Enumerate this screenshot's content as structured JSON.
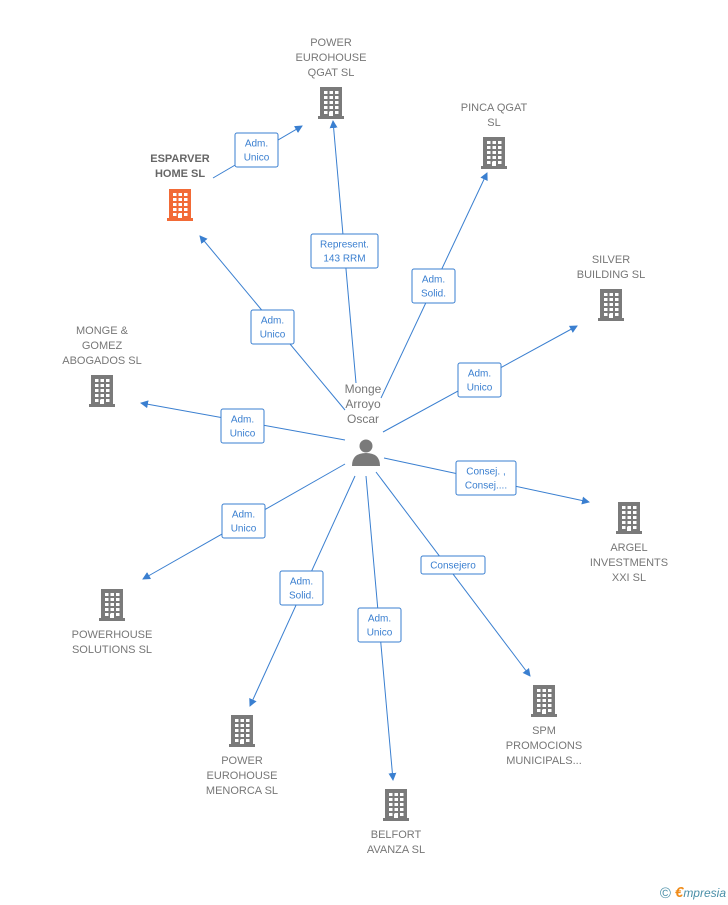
{
  "diagram": {
    "center": {
      "id": "person",
      "label": [
        "Monge",
        "Arroyo",
        "Oscar"
      ],
      "icon": "person-icon"
    },
    "colors": {
      "building": "#7a7a7a",
      "highlight": "#f26a36",
      "edge": "#3a7fd0"
    },
    "companies": [
      {
        "id": "power-eurohouse-qgat",
        "label": [
          "POWER",
          "EUROHOUSE",
          "QGAT  SL"
        ],
        "icon": "building-icon",
        "highlight": false
      },
      {
        "id": "pinca-qgat",
        "label": [
          "PINCA QGAT",
          "SL"
        ],
        "icon": "building-icon",
        "highlight": false
      },
      {
        "id": "esparver-home",
        "label": [
          "ESPARVER",
          "HOME  SL"
        ],
        "icon": "building-icon",
        "highlight": true
      },
      {
        "id": "silver-building",
        "label": [
          "SILVER",
          "BUILDING SL"
        ],
        "icon": "building-icon",
        "highlight": false
      },
      {
        "id": "monge-gomez",
        "label": [
          "MONGE &",
          "GOMEZ",
          "ABOGADOS SL"
        ],
        "icon": "building-icon",
        "highlight": false
      },
      {
        "id": "argel-investments",
        "label": [
          "ARGEL",
          "INVESTMENTS",
          "XXI SL"
        ],
        "icon": "building-icon",
        "highlight": false
      },
      {
        "id": "powerhouse-solutions",
        "label": [
          "POWERHOUSE",
          "SOLUTIONS  SL"
        ],
        "icon": "building-icon",
        "highlight": false
      },
      {
        "id": "spm-promocions",
        "label": [
          "SPM",
          "PROMOCIONS",
          "MUNICIPALS..."
        ],
        "icon": "building-icon",
        "highlight": false
      },
      {
        "id": "power-eurohouse-menorca",
        "label": [
          "POWER",
          "EUROHOUSE",
          "MENORCA  SL"
        ],
        "icon": "building-icon",
        "highlight": false
      },
      {
        "id": "belfort-avanza",
        "label": [
          "BELFORT",
          "AVANZA  SL"
        ],
        "icon": "building-icon",
        "highlight": false
      }
    ],
    "edges": [
      {
        "from": "person",
        "to": "power-eurohouse-qgat",
        "label": [
          "Represent.",
          "143 RRM"
        ]
      },
      {
        "from": "esparver-home",
        "to": "power-eurohouse-qgat",
        "label": [
          "Adm.",
          "Unico"
        ]
      },
      {
        "from": "person",
        "to": "pinca-qgat",
        "label": [
          "Adm.",
          "Solid."
        ]
      },
      {
        "from": "person",
        "to": "esparver-home",
        "label": [
          "Adm.",
          "Unico"
        ]
      },
      {
        "from": "person",
        "to": "silver-building",
        "label": [
          "Adm.",
          "Unico"
        ]
      },
      {
        "from": "person",
        "to": "monge-gomez",
        "label": [
          "Adm.",
          "Unico"
        ]
      },
      {
        "from": "person",
        "to": "argel-investments",
        "label": [
          "Consej. ,",
          "Consej...."
        ]
      },
      {
        "from": "person",
        "to": "powerhouse-solutions",
        "label": [
          "Adm.",
          "Unico"
        ]
      },
      {
        "from": "person",
        "to": "spm-promocions",
        "label": [
          "Consejero"
        ]
      },
      {
        "from": "person",
        "to": "power-eurohouse-menorca",
        "label": [
          "Adm.",
          "Solid."
        ]
      },
      {
        "from": "person",
        "to": "belfort-avanza",
        "label": [
          "Adm.",
          "Unico"
        ]
      }
    ]
  },
  "footer": {
    "copyright": "©",
    "brand_initial": "€",
    "brand_rest": "mpresia"
  }
}
